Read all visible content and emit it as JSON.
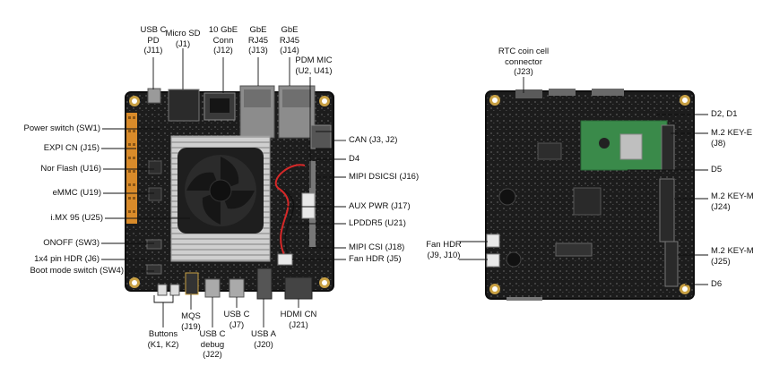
{
  "top_labels": [
    {
      "id": "usbc-pd",
      "text": "USB C\nPD\n(J11)"
    },
    {
      "id": "microsd",
      "text": "Micro SD\n(J1)"
    },
    {
      "id": "10gbe",
      "text": "10 GbE\nConn\n(J12)"
    },
    {
      "id": "gbe-j13",
      "text": "GbE\nRJ45\n(J13)"
    },
    {
      "id": "gbe-j14",
      "text": "GbE\nRJ45\n(J14)"
    },
    {
      "id": "pdm-mic",
      "text": "PDM MIC\n(U2, U41)"
    }
  ],
  "left_labels": [
    {
      "id": "power-switch",
      "text": "Power switch (SW1)"
    },
    {
      "id": "expi",
      "text": "EXPI CN (J15)"
    },
    {
      "id": "nor-flash",
      "text": "Nor Flash (U16)"
    },
    {
      "id": "emmc",
      "text": "eMMC (U19)"
    },
    {
      "id": "imx95",
      "text": "i.MX 95 (U25)"
    },
    {
      "id": "onoff",
      "text": "ONOFF (SW3)"
    },
    {
      "id": "pin-hdr",
      "text": "1x4 pin HDR (J6)"
    },
    {
      "id": "boot-mode",
      "text": "Boot mode switch (SW4)"
    }
  ],
  "right_labels": [
    {
      "id": "can",
      "text": "CAN (J3, J2)"
    },
    {
      "id": "d4",
      "text": "D4"
    },
    {
      "id": "mipi-dsi",
      "text": "MIPI DSICSI (J16)"
    },
    {
      "id": "aux-pwr",
      "text": "AUX PWR (J17)"
    },
    {
      "id": "lpddr5",
      "text": "LPDDR5 (U21)"
    },
    {
      "id": "mipi-csi",
      "text": "MIPI CSI (J18)"
    },
    {
      "id": "fan-hdr-j5",
      "text": "Fan HDR (J5)"
    }
  ],
  "bottom_labels": [
    {
      "id": "buttons",
      "text": "Buttons\n(K1, K2)"
    },
    {
      "id": "mqs",
      "text": "MQS\n(J19)"
    },
    {
      "id": "usbc-debug",
      "text": "USB C\ndebug\n(J22)"
    },
    {
      "id": "usbc-j7",
      "text": "USB C\n(J7)"
    },
    {
      "id": "usba",
      "text": "USB A\n(J20)"
    },
    {
      "id": "hdmi",
      "text": "HDMI CN\n(J21)"
    }
  ],
  "back_labels": [
    {
      "id": "rtc",
      "text": "RTC coin cell\nconnector\n(J23)"
    },
    {
      "id": "d2d1",
      "text": "D2, D1"
    },
    {
      "id": "m2e",
      "text": "M.2 KEY-E\n(J8)"
    },
    {
      "id": "d5",
      "text": "D5"
    },
    {
      "id": "m2m-j24",
      "text": "M.2 KEY-M\n(J24)"
    },
    {
      "id": "fan-hdr-j9",
      "text": "Fan HDR\n(J9, J10)"
    },
    {
      "id": "m2m-j25",
      "text": "M.2 KEY-M\n(J25)"
    },
    {
      "id": "d6",
      "text": "D6"
    }
  ],
  "colors": {
    "pcb": "#1c1c1c",
    "pcb_edge": "#0d0d0d",
    "heatsink": "#c9c9c9",
    "fan": "#1e1e1e",
    "gold": "#c8a043",
    "header_orange": "#d98b2a",
    "wifi_module": "#3a8a4a",
    "leader": "#111111",
    "wire_red": "#d62828"
  }
}
